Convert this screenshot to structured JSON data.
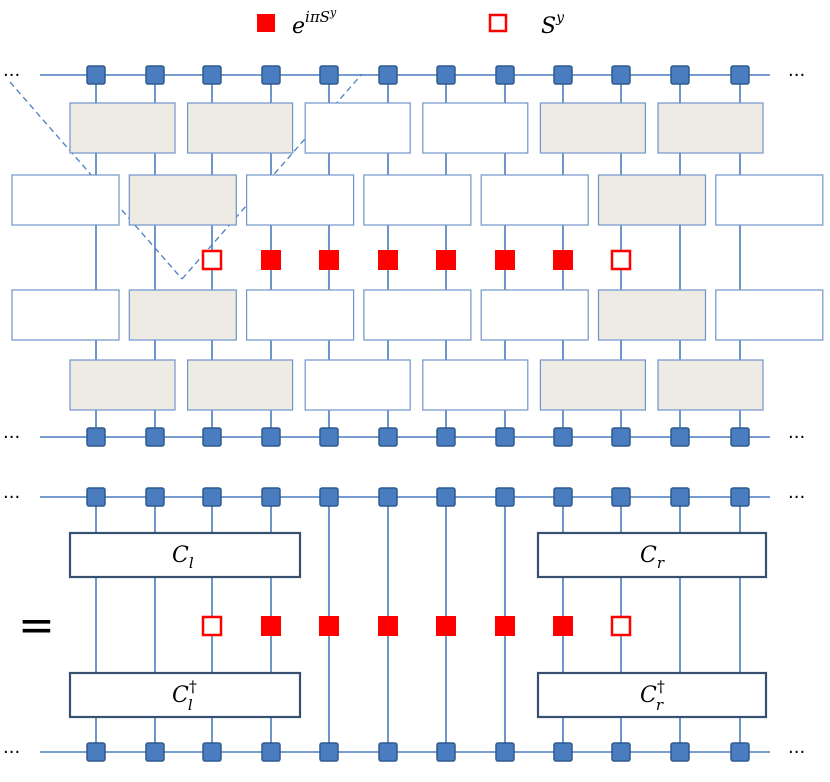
{
  "legend": {
    "filled_label": "e",
    "filled_exp": "iπS",
    "filled_sup": "y",
    "open_label": "S",
    "open_sup": "y"
  },
  "ellipsis": "···",
  "equals": "=",
  "contracted": {
    "c_left": "C",
    "c_left_sub": "l",
    "c_right": "C",
    "c_right_sub": "r",
    "dagger": "†"
  },
  "colors": {
    "site": "#4a7cc0",
    "site_stroke": "#2f5a8f",
    "line": "#4a7cc0",
    "gray_box": "#edebe3",
    "box_stroke": "#6f94cc",
    "red": "#ff0000",
    "dark_stroke": "#37506f",
    "cone": "#4a7cc0"
  },
  "pattern": {
    "top_row1": [
      "gray",
      "gray",
      "white",
      "white",
      "gray",
      "gray"
    ],
    "top_row2": [
      "white",
      "gray",
      "white",
      "white",
      "white",
      "gray",
      "white"
    ],
    "bot_row1": [
      "white",
      "gray",
      "white",
      "white",
      "white",
      "gray",
      "white"
    ],
    "bot_row2": [
      "gray",
      "gray",
      "white",
      "white",
      "gray",
      "gray"
    ],
    "operators": [
      "open",
      "filled",
      "filled",
      "filled",
      "filled",
      "filled",
      "filled",
      "open"
    ]
  }
}
